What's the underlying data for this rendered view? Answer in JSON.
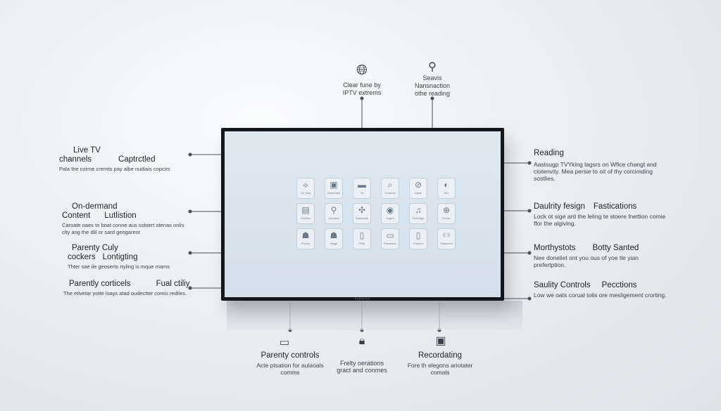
{
  "top": [
    {
      "title": "Clear fune by",
      "desc": "IPTV extrems"
    },
    {
      "title": "Seavis",
      "desc": "Nansnaction\nothe reading"
    }
  ],
  "left": [
    {
      "title_a": "Live TV channels",
      "title_b": "Captrctled",
      "desc": "Pala the corme crernts pay albe nudiais copcirs"
    },
    {
      "title_a": "On-dermand Content",
      "title_b": "Lutlistion",
      "desc": "Caroate oaes to boat conne aus sstoert otenas onlis clty ang the dlil or sard geogarent"
    },
    {
      "title_a": "Parenty Culy cockers",
      "title_b": "Lontigting",
      "desc": "Thter sae ile geoserts rtyling is mque mams"
    },
    {
      "title_a": "Parently corticels",
      "title_b": "Fual ctiliy",
      "desc": "The etivetar yotte lsays atad oudectter comis rediles."
    }
  ],
  "right": [
    {
      "title_a": "Reading",
      "title_b": "",
      "desc": "Aastsugp TVYking lagsrs on Wfice changt and ciotenvity. Mea persie to oit of thy corcimding sostlies."
    },
    {
      "title_a": "Daulrity fesign",
      "title_b": "Fastications",
      "desc": "Lock ot sige ard the leling te stoere Inettion comie ffor the algiving."
    },
    {
      "title_a": "Morthystots",
      "title_b": "Botty Santed",
      "desc": "Nee doneliet ont you ous of yoe tle yian prefertption."
    },
    {
      "title_a": "Saulity Controls",
      "title_b": "Pecctions",
      "desc": "Low we oats corual tolis ore mesligement crorting."
    }
  ],
  "bottom": [
    {
      "title": "Parenty controls",
      "desc": "Acte ptsation for aulaoals comms"
    },
    {
      "title": "Frelty oerations",
      "desc": "gract and conmes"
    },
    {
      "title": "Recordating",
      "desc": "Fore th elegons ariotater comals"
    }
  ],
  "tv": {
    "brand": "SAMSUNG"
  },
  "apps": [
    {
      "icon": "signal-icon",
      "glyph": "⟡",
      "label": "Tio Vlay"
    },
    {
      "icon": "image-icon",
      "glyph": "▣",
      "label": "Dosonaan"
    },
    {
      "icon": "folder-icon",
      "glyph": "▬",
      "label": "Tiv"
    },
    {
      "icon": "search-icon",
      "glyph": "⌕",
      "label": "Cuwonlo"
    },
    {
      "icon": "no-entry-icon",
      "glyph": "⊘",
      "label": "Cipae"
    },
    {
      "icon": "toggle-icon",
      "glyph": "◐",
      "label": "ViU"
    },
    {
      "icon": "film-icon",
      "glyph": "▤",
      "label": "Fernics"
    },
    {
      "icon": "zoom-icon",
      "glyph": "⚲",
      "label": "Clonand"
    },
    {
      "icon": "tools-icon",
      "glyph": "✣",
      "label": "Swdcesss"
    },
    {
      "icon": "globe-icon",
      "glyph": "◉",
      "label": "Fyged"
    },
    {
      "icon": "music-icon",
      "glyph": "♫",
      "label": "Resslogs"
    },
    {
      "icon": "compass-icon",
      "glyph": "⊕",
      "label": "Pocsc"
    },
    {
      "icon": "users-icon",
      "glyph": "☗",
      "label": "Fhecrs"
    },
    {
      "icon": "group-icon",
      "glyph": "☗",
      "label": "Mags"
    },
    {
      "icon": "file-icon",
      "glyph": "▯",
      "label": "Plufl"
    },
    {
      "icon": "tv-icon",
      "glyph": "▭",
      "label": "Palsaraclo"
    },
    {
      "icon": "device-icon",
      "glyph": "▯",
      "label": "Pwrson"
    },
    {
      "icon": "broadcast-icon",
      "glyph": "((·))",
      "label": "Paaseerd"
    }
  ]
}
